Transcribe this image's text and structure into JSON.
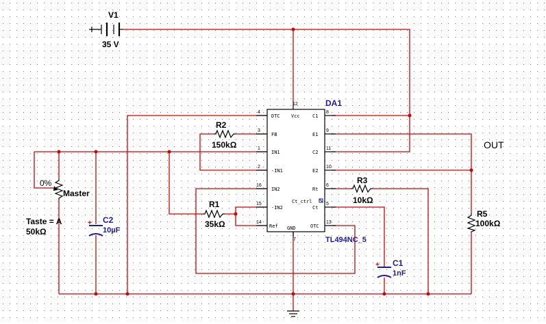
{
  "components": {
    "v1": {
      "ref": "V1",
      "value": "35 V"
    },
    "da1": {
      "ref": "DA1",
      "model": "TL494NC_5"
    },
    "r1": {
      "ref": "R1",
      "value": "35kΩ"
    },
    "r2": {
      "ref": "R2",
      "value": "150kΩ"
    },
    "r3": {
      "ref": "R3",
      "value": "10kΩ"
    },
    "r5": {
      "ref": "R5",
      "value": "100kΩ"
    },
    "c1": {
      "ref": "C1",
      "value": "1nF",
      "polarity": "+"
    },
    "c2": {
      "ref": "C2",
      "value": "10µF",
      "polarity": "+"
    },
    "pot": {
      "ref": "Master",
      "setting": "0%",
      "key": "Taste = A",
      "value": "50kΩ"
    }
  },
  "labels": {
    "out": "OUT"
  },
  "ic_pins": {
    "left": [
      {
        "num": "4",
        "name": "DTC"
      },
      {
        "num": "3",
        "name": "FB"
      },
      {
        "num": "1",
        "name": "IN1"
      },
      {
        "num": "2",
        "name": "-IN1"
      },
      {
        "num": "16",
        "name": "IN2"
      },
      {
        "num": "15",
        "name": "-IN2"
      },
      {
        "num": "14",
        "name": "Ref"
      }
    ],
    "right": [
      {
        "num": "8",
        "name": "C1"
      },
      {
        "num": "9",
        "name": "E1"
      },
      {
        "num": "11",
        "name": "C2"
      },
      {
        "num": "10",
        "name": "E2"
      },
      {
        "num": "6",
        "name": "Rt"
      },
      {
        "num": "5",
        "name": "Ct"
      },
      {
        "num": "13",
        "name": "OTC"
      }
    ],
    "top": {
      "num": "12",
      "name": "Vcc"
    },
    "bottom": {
      "num": "7",
      "name": "GND"
    },
    "internal": "Ct_ctrl"
  },
  "colors": {
    "wire": "#d40000",
    "component": "#000000",
    "value_text": "#1a1aa6",
    "grid_dot": "#7a7a7a"
  }
}
